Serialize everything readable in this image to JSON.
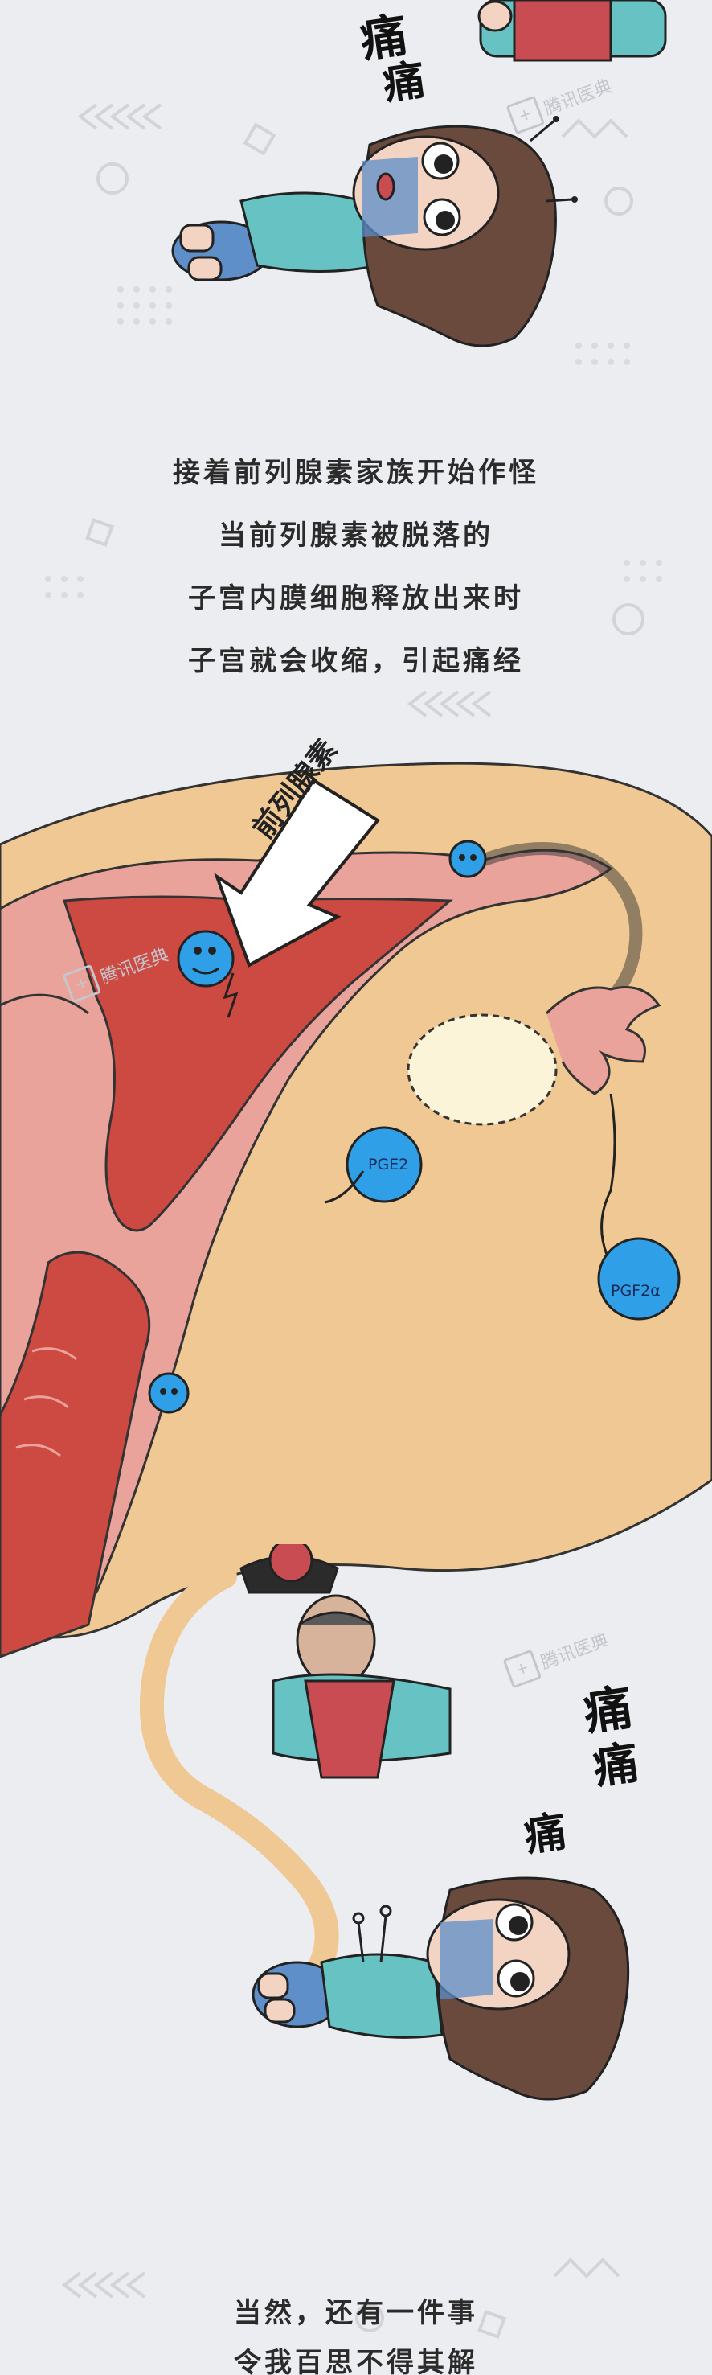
{
  "pain_text_top": [
    "痛",
    "痛"
  ],
  "pain_text_bottom": [
    "痛",
    "痛",
    "痛"
  ],
  "watermark": "腾讯医典",
  "caption_lines": [
    "接着前列腺素家族开始作怪",
    "当前列腺素被脱落的",
    "子宫内膜细胞释放出来时",
    "子宫就会收缩，引起痛经"
  ],
  "arrow_label": "前列腺素",
  "molecule_labels": [
    "PGE2",
    "PGF2α"
  ],
  "bottom_lines": [
    "当然，还有一件事",
    "令我百思不得其解"
  ],
  "colors": {
    "background": "#ecedf1",
    "tan": "#efc893",
    "uterus_pink": "#e9a39a",
    "uterus_red": "#cc4a42",
    "molecule_blue": "#2f9fe8",
    "ovary": "#fbf4d9"
  }
}
